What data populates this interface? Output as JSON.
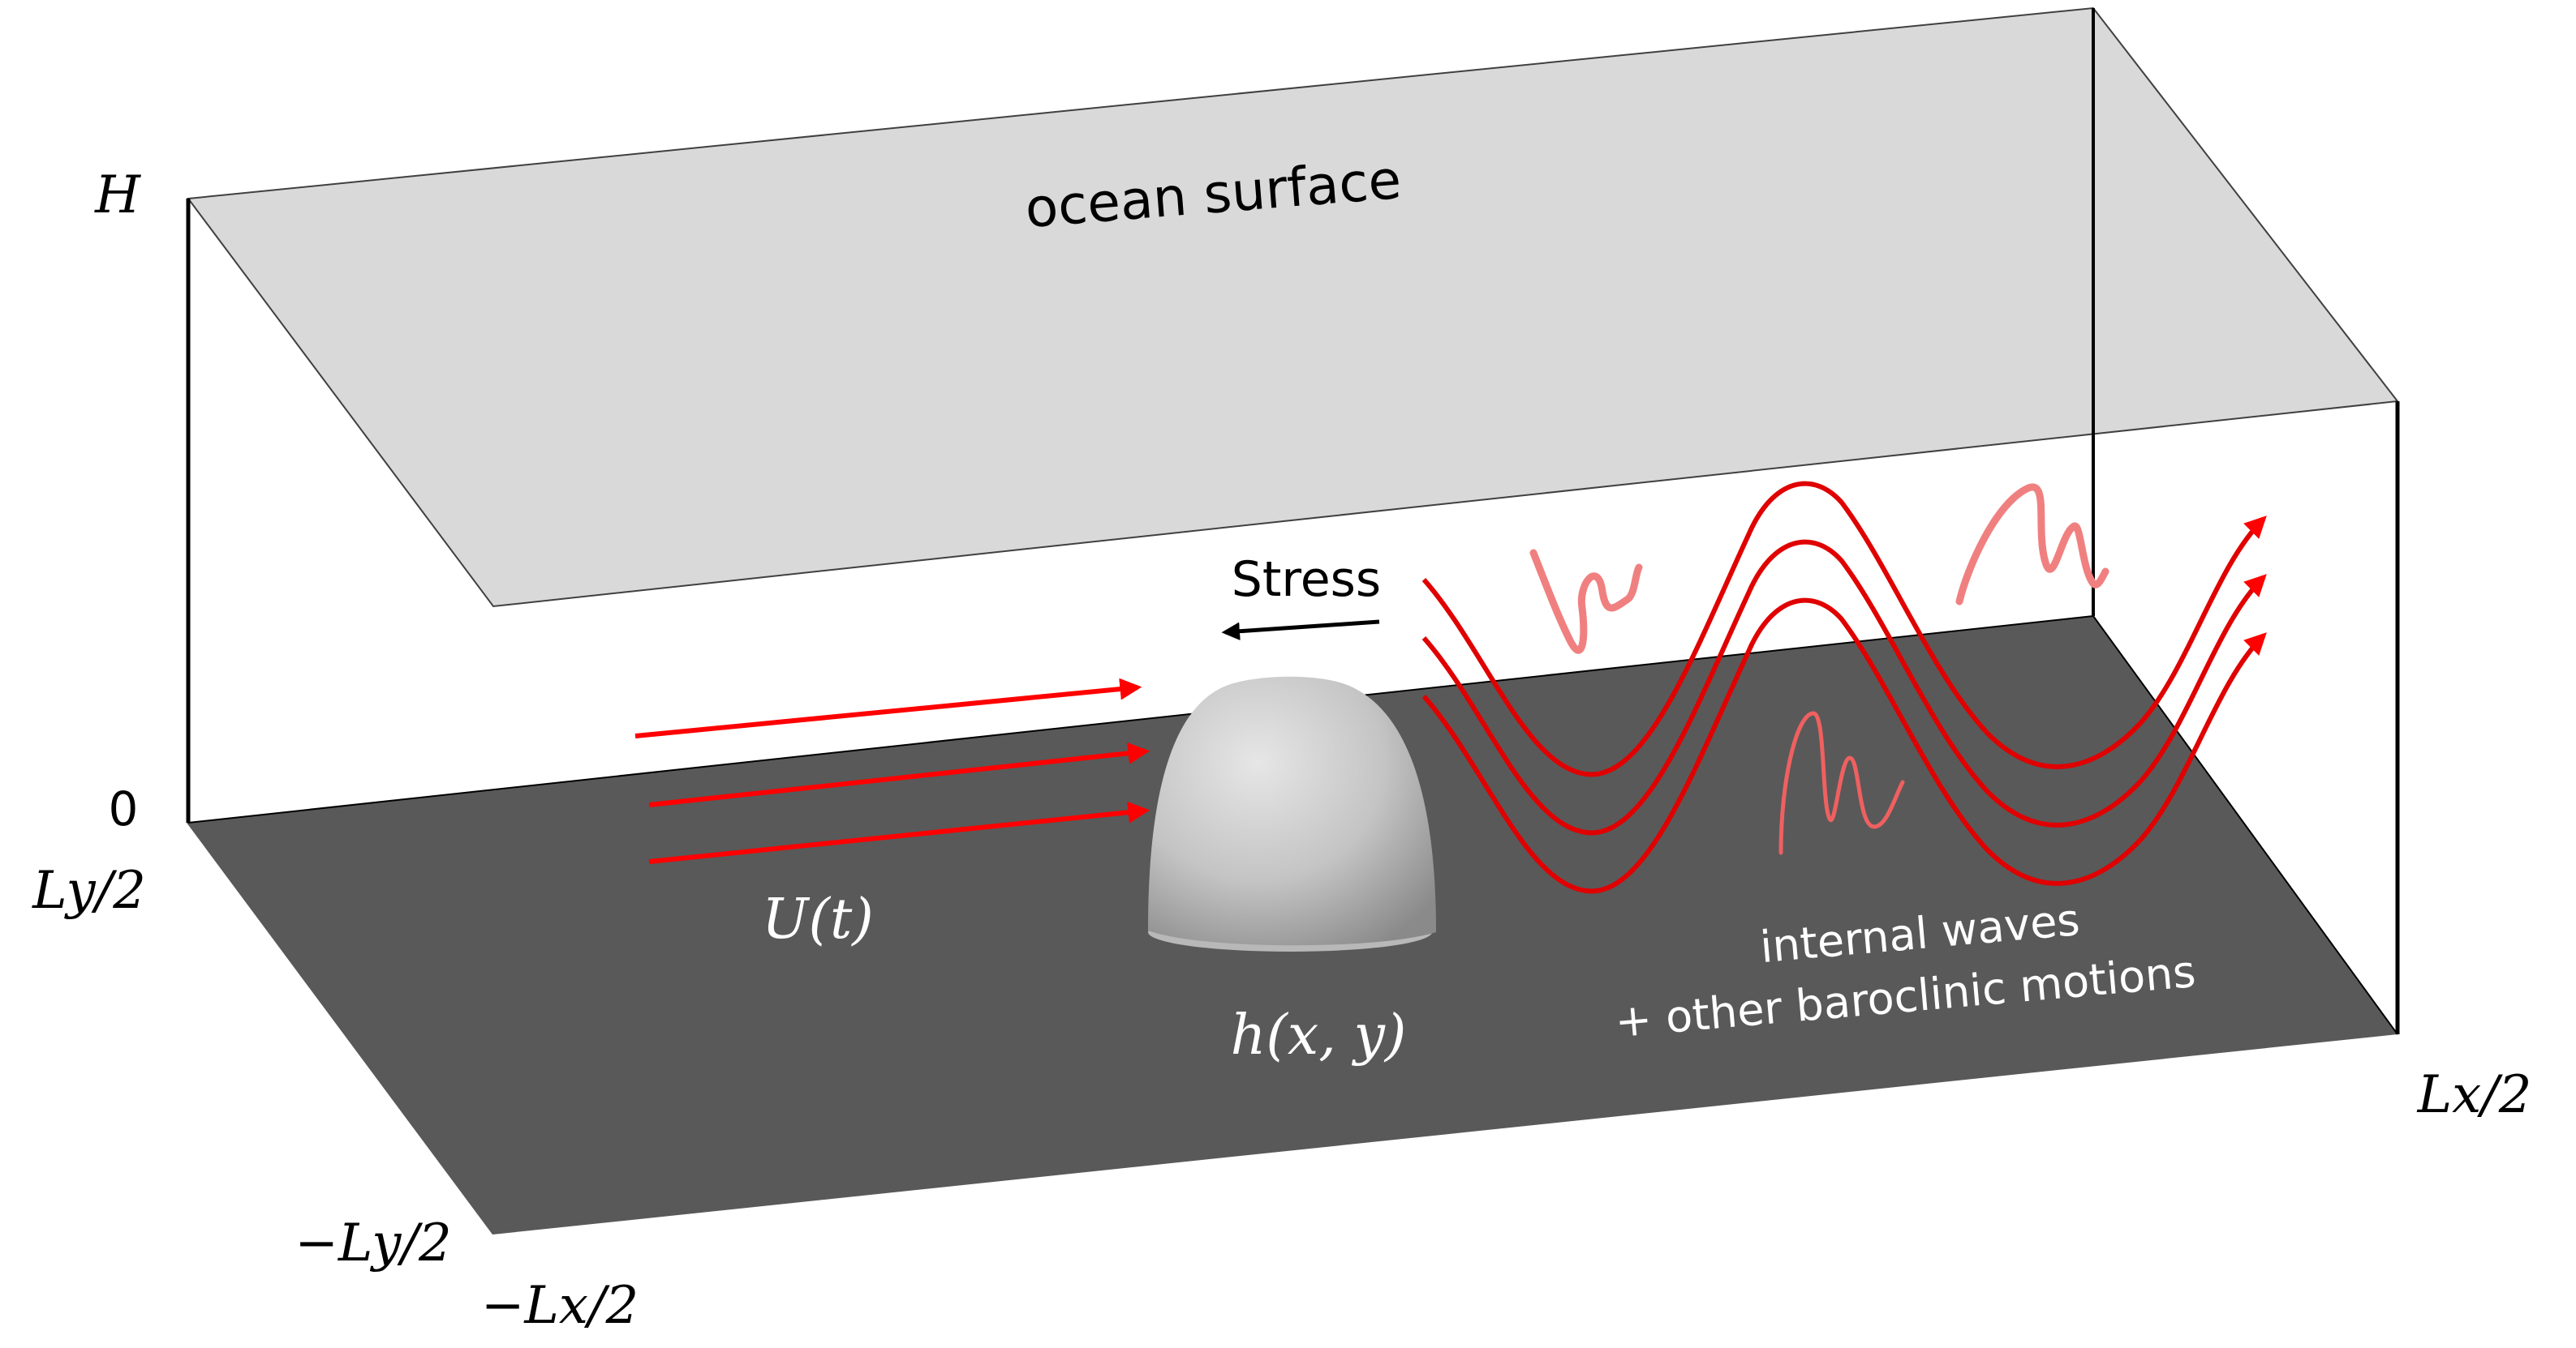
{
  "labels": {
    "surface": "ocean surface",
    "stress": "Stress",
    "flow": "U(t)",
    "topography": "h(x, y)",
    "waves_line1": "internal waves",
    "waves_line2": "+ other baroclinic motions"
  },
  "axes": {
    "z_top": "H",
    "z_bottom": "0",
    "y_max": "Ly/2",
    "y_min": "−Ly/2",
    "x_min": "−Lx/2",
    "x_max": "Lx/2"
  },
  "colors": {
    "surface_fill": "#d9d9d9",
    "floor_fill": "#595959",
    "flow_arrows": "#ff0000",
    "wave_lines": "#e00000",
    "wiggles": "#f07070",
    "box_edges": "#000000"
  }
}
